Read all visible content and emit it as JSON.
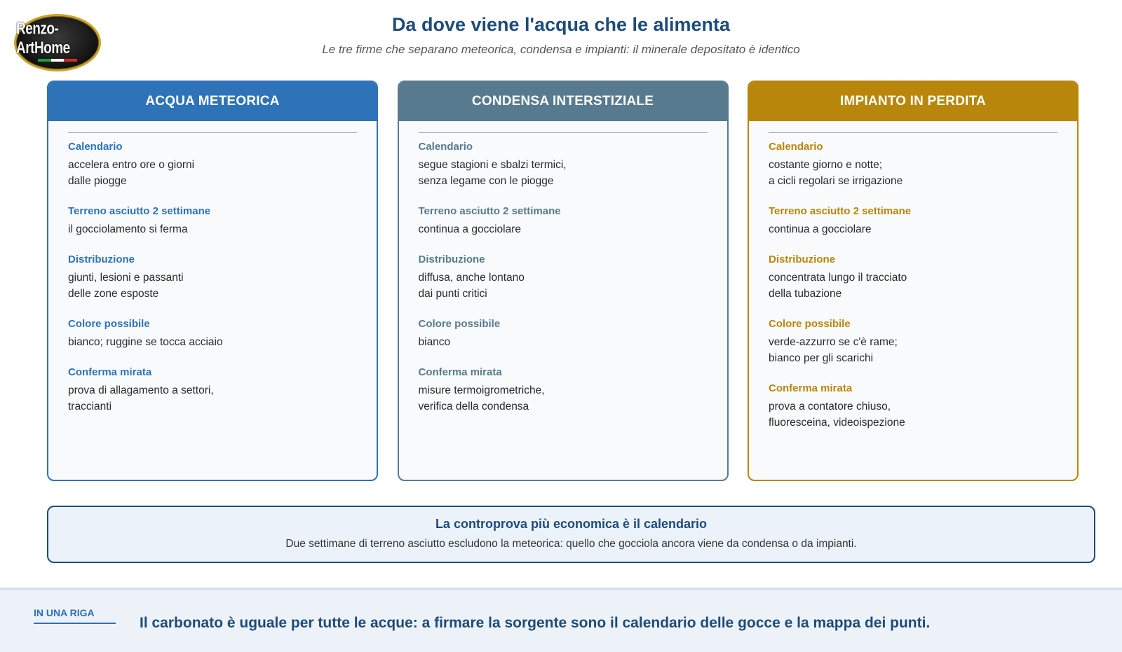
{
  "logo": {
    "text": "Renzo-ArtHome",
    "flag_colors": [
      "#1f9e3a",
      "#ffffff",
      "#d62828"
    ]
  },
  "header": {
    "title": "Da dove viene l'acqua che le alimenta",
    "subtitle": "Le tre firme che separano meteorica, condensa e impianti: il minerale depositato è identico"
  },
  "cards": [
    {
      "title": "ACQUA METEORICA",
      "color": "#2e73b8",
      "rows": [
        {
          "label": "Calendario",
          "text": "accelera entro ore o giorni\ndalle piogge"
        },
        {
          "label": "Terreno asciutto 2 settimane",
          "text": "il gocciolamento si ferma"
        },
        {
          "label": "Distribuzione",
          "text": "giunti, lesioni e passanti\ndelle zone esposte"
        },
        {
          "label": "Colore possibile",
          "text": "bianco; ruggine se tocca acciaio"
        },
        {
          "label": "Conferma mirata",
          "text": "prova di allagamento a settori,\ntraccianti"
        }
      ]
    },
    {
      "title": "CONDENSA INTERSTIZIALE",
      "color": "#587a8f",
      "rows": [
        {
          "label": "Calendario",
          "text": "segue stagioni e sbalzi termici,\nsenza legame con le piogge"
        },
        {
          "label": "Terreno asciutto 2 settimane",
          "text": "continua a gocciolare"
        },
        {
          "label": "Distribuzione",
          "text": "diffusa, anche lontano\ndai punti critici"
        },
        {
          "label": "Colore possibile",
          "text": "bianco"
        },
        {
          "label": "Conferma mirata",
          "text": "misure termoigrometriche,\nverifica della condensa"
        }
      ]
    },
    {
      "title": "IMPIANTO IN PERDITA",
      "color": "#b8860b",
      "rows": [
        {
          "label": "Calendario",
          "text": "costante giorno e notte;\na cicli regolari se irrigazione"
        },
        {
          "label": "Terreno asciutto 2 settimane",
          "text": "continua a gocciolare"
        },
        {
          "label": "Distribuzione",
          "text": "concentrata lungo il tracciato\ndella tubazione"
        },
        {
          "label": "Colore possibile",
          "text": "verde-azzurro se c'è rame;\nbianco per gli scarichi"
        },
        {
          "label": "Conferma mirata",
          "text": "prova a contatore chiuso,\nfluoresceina, videoispezione"
        }
      ]
    }
  ],
  "callout": {
    "title": "La controprova più economica è il calendario",
    "text": "Due settimane di terreno asciutto escludono la meteorica: quello che gocciola ancora viene da condensa o da impianti."
  },
  "footer": {
    "label": "IN UNA RIGA",
    "text": "Il carbonato è uguale per tutte le acque: a firmare la sorgente sono il calendario delle gocce e la mappa dei punti."
  }
}
